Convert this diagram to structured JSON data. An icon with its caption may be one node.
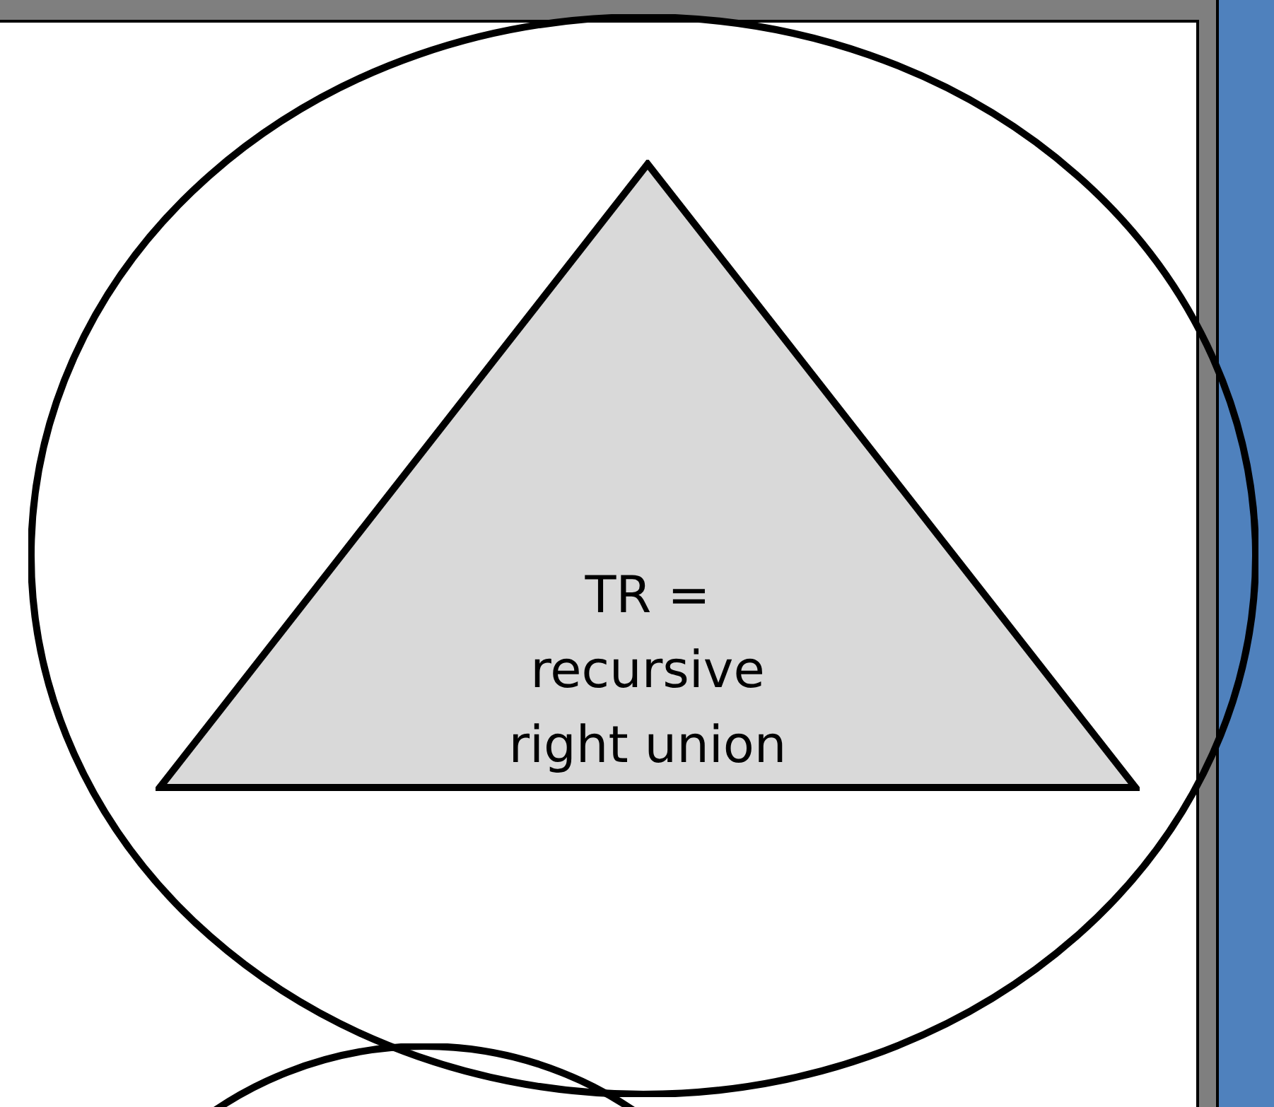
{
  "diagram": {
    "nodes": [
      {
        "text": [],
        "shape": "circle"
      },
      {
        "text": [
          "TR = recursive right union"
        ],
        "in": 0
      },
      {
        "text": [],
        "shape": "circle"
      }
    ]
  }
}
